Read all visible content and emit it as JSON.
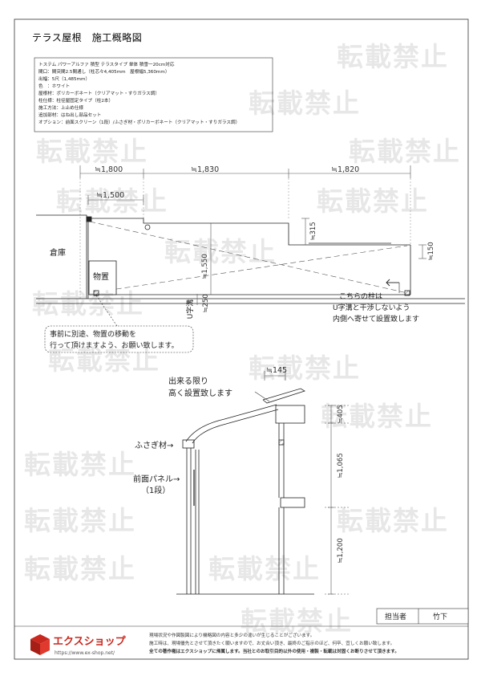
{
  "title": "テラス屋根　施工概略図",
  "spec_lines": [
    "トステム パワーアルファ 積型 テラスタイプ 単体 積雪一20cm対応",
    "間口：間突間2.5間通し（柱芯々4,405mm　屋根幅5,360mm）",
    "出幅：5尺（1,485mm）",
    "色　：ホワイト",
    "屋根材：ポリカーボネート（クリアマット・すりガラス調）",
    "柱仕様：柱径屋固定タイプ（柱2本）",
    "施工方法：上止め仕様",
    "追加部材：はね出し部品セット",
    "オプション：前面スクリーン（1段）/ふさぎ材・ポリカーボネート（クリアマット・すりガラス調）"
  ],
  "plan": {
    "dim_top": [
      "≒1,800",
      "≒1,830",
      "≒1,820"
    ],
    "dim_second": "≒1,500",
    "dim_depth": "≒1,550",
    "dim_315": "≒315",
    "dim_150": "≒150",
    "dim_250": "≒250",
    "label_soko": "倉庫",
    "label_monooki": "物置",
    "label_umizo": "U字溝",
    "note_post": [
      "こちらの柱は",
      "U字溝と干渉しないよう",
      "内側へ寄せて設置致します"
    ],
    "note_move": [
      "事前に別途、物置の移動を",
      "行って頂けますよう、お願い致します。"
    ]
  },
  "section": {
    "dim_145": "≒145",
    "dim_405": "≒405",
    "dim_1065": "≒1,065",
    "dim_1200": "≒1,200",
    "note_high": [
      "出来る限り",
      "高く設置致します"
    ],
    "label_fusagi": "ふさぎ材→",
    "label_panel": [
      "前面パネル→",
      "（1段）"
    ]
  },
  "footer": {
    "staff_label": "担当者",
    "staff_name": "竹下",
    "brand": "エクスショップ",
    "url": "https://www.ex-shop.net/",
    "notes": [
      "現場状況や作図製図により機略図の内容と多少の違いが生じることがございます。",
      "施工時は、現場優先とさせて頂きたく願いますので、お丈合い頂き、最終のご指示のほど、何卒、宜しくお願い致します。",
      "全ての著作権はエクスショップに帰属します。当社とのお取引目的以外の使用・複製・転載は対固くお断りさせて頂きます。"
    ]
  },
  "watermark": "転載禁止",
  "colors": {
    "line": "#222222",
    "dim": "#555555",
    "brand_red": "#c8281e",
    "watermark": "#000000"
  }
}
